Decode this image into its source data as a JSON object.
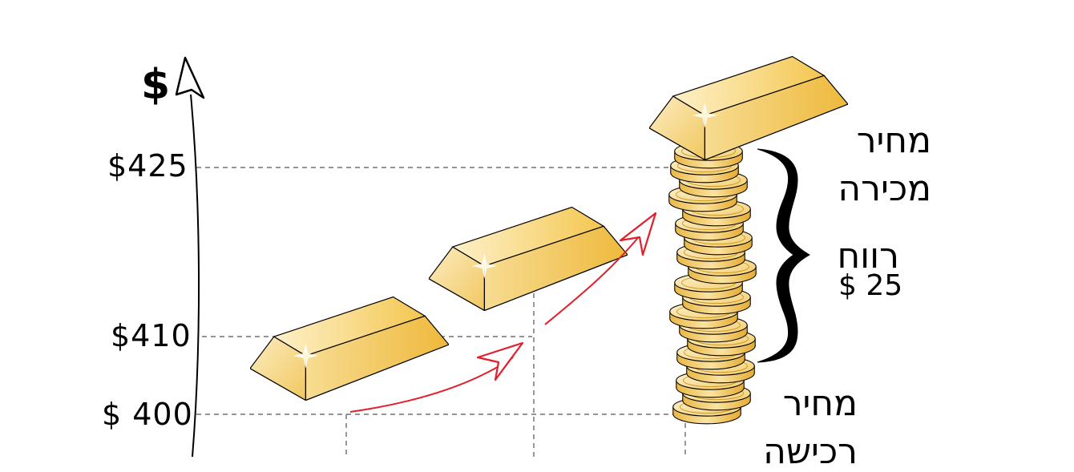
{
  "axis": {
    "unit_symbol": "$"
  },
  "price_levels": [
    {
      "label": "$425",
      "value": 425
    },
    {
      "label": "$410",
      "value": 410
    },
    {
      "label": "$ 400",
      "value": 400
    }
  ],
  "labels": {
    "sell_price_line1": "מחיר",
    "sell_price_line2": "מכירה",
    "profit_word": "רווח",
    "profit_amount": "$ 25",
    "buy_price_line1": "מחיר",
    "buy_price_line2": "רכישה"
  },
  "colors": {
    "gold": "#f4c95c",
    "gold_light": "#fbe9b4",
    "arrow": "#e0202a",
    "line": "#000000"
  }
}
